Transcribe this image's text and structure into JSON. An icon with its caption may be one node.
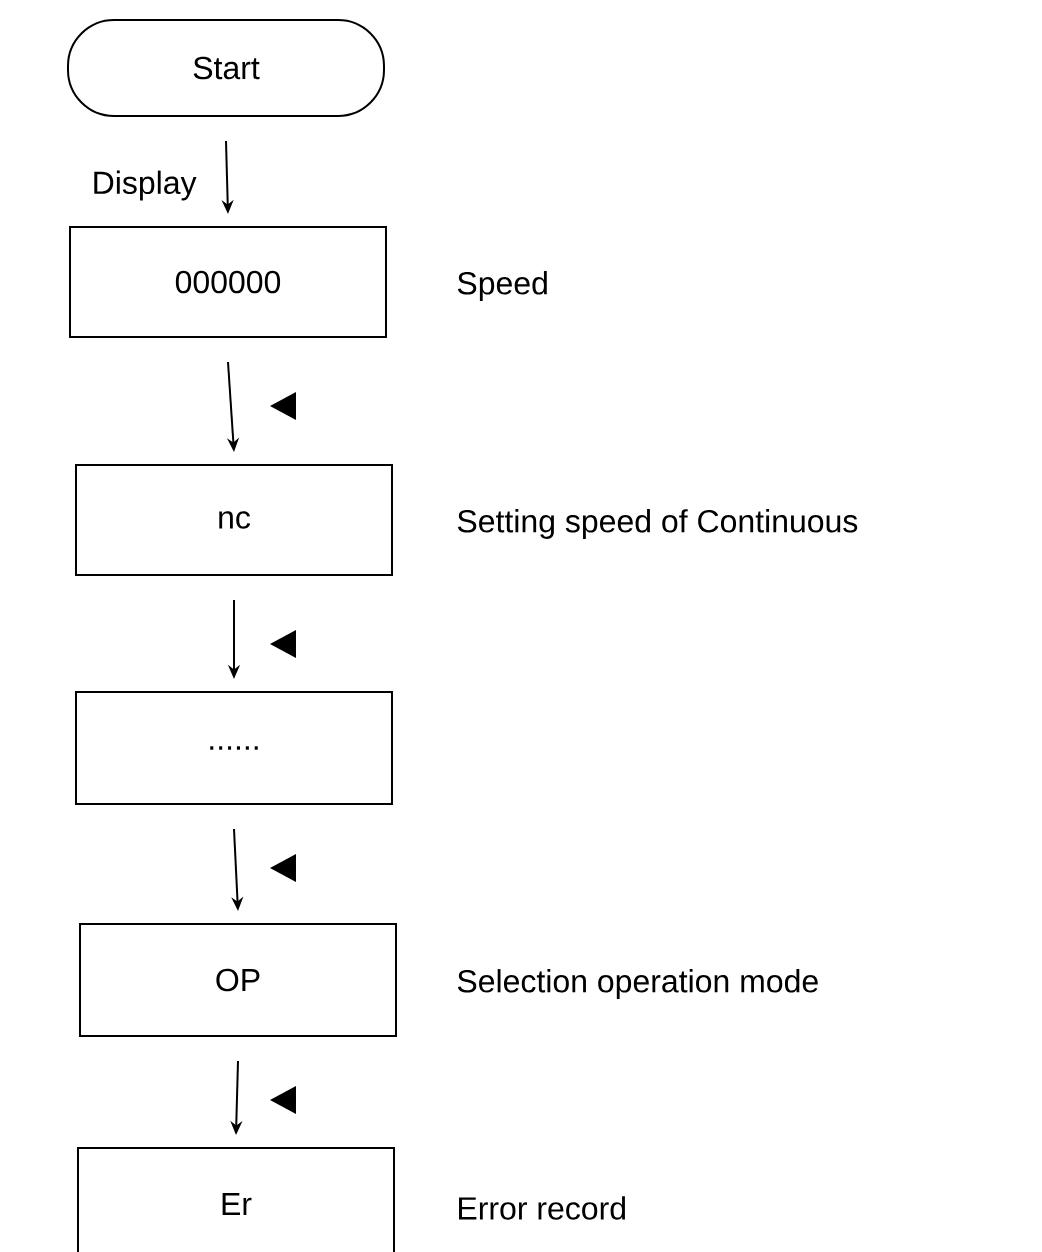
{
  "diagram": {
    "nodes": [
      {
        "text": [
          "Start"
        ]
      },
      {
        "text": [
          "000000"
        ],
        "beside": [
          "Speed"
        ]
      },
      {
        "text": [
          "nc"
        ],
        "beside": [
          "Setting speed of Continuous"
        ]
      },
      {
        "text": [
          "......"
        ]
      },
      {
        "text": [
          "OP"
        ],
        "beside": [
          "Selection operation mode"
        ]
      },
      {
        "text": [
          "Er"
        ],
        "beside": [
          "Error record"
        ]
      }
    ],
    "edges": [
      {
        "from": 0,
        "to": 1,
        "arrow": "to",
        "label": "Display"
      },
      {
        "from": 1,
        "to": 2,
        "arrow": "to"
      },
      {
        "from": 2,
        "to": 3,
        "arrow": "to"
      },
      {
        "from": 3,
        "to": 4,
        "arrow": "to"
      },
      {
        "from": 4,
        "to": 5,
        "arrow": "to"
      }
    ]
  }
}
